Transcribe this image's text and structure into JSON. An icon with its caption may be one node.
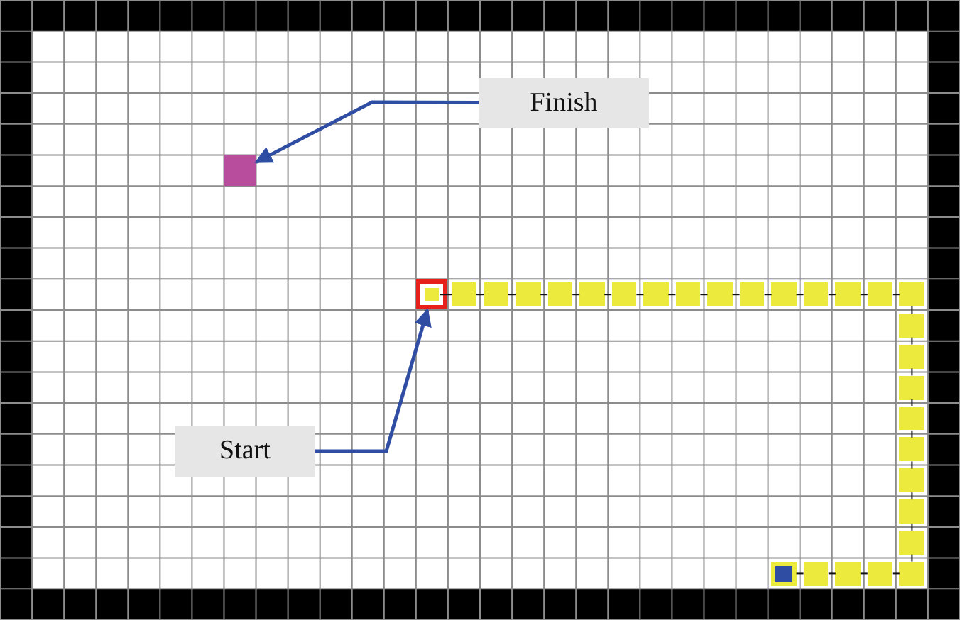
{
  "diagram": {
    "nodes": [
      {
        "text": [
          "Finish"
        ]
      },
      {
        "text": [],
        "shape": "box"
      },
      {
        "text": [
          "Start"
        ]
      },
      {
        "text": [],
        "shape": "box"
      },
      {
        "text": [],
        "shape": "box",
        "in": 3
      },
      {
        "text": [],
        "shape": "box"
      },
      {
        "text": [],
        "shape": "box"
      },
      {
        "text": [],
        "shape": "box"
      },
      {
        "text": [],
        "shape": "box"
      },
      {
        "text": [],
        "shape": "box"
      },
      {
        "text": [],
        "shape": "box"
      },
      {
        "text": [],
        "shape": "box"
      },
      {
        "text": [],
        "shape": "box"
      },
      {
        "text": [],
        "shape": "box"
      },
      {
        "text": [],
        "shape": "box"
      },
      {
        "text": [],
        "shape": "box"
      },
      {
        "text": [],
        "shape": "box"
      },
      {
        "text": [],
        "shape": "box"
      },
      {
        "text": [],
        "shape": "box"
      },
      {
        "text": [],
        "shape": "box"
      },
      {
        "text": [],
        "shape": "box"
      },
      {
        "text": [],
        "shape": "box"
      },
      {
        "text": [],
        "shape": "box"
      },
      {
        "text": [],
        "shape": "box"
      },
      {
        "text": [],
        "shape": "box"
      },
      {
        "text": [],
        "shape": "box"
      },
      {
        "text": [],
        "shape": "box"
      },
      {
        "text": [],
        "shape": "box"
      },
      {
        "text": [],
        "shape": "box"
      },
      {
        "text": [],
        "shape": "box"
      },
      {
        "text": [],
        "shape": "box"
      },
      {
        "text": [],
        "shape": "box"
      },
      {
        "text": [],
        "shape": "box"
      }
    ],
    "edges": [
      {
        "from": 0,
        "to": 1,
        "arrow": "to",
        "style": "thick",
        "color": "#2f4ea3"
      },
      {
        "from": 2,
        "to": 3,
        "arrow": "to",
        "style": "thick",
        "color": "#2f4ea3"
      },
      {
        "from": 4,
        "to": 5,
        "arrow": "none"
      },
      {
        "from": 5,
        "to": 6,
        "arrow": "none"
      },
      {
        "from": 6,
        "to": 7,
        "arrow": "none"
      },
      {
        "from": 7,
        "to": 8,
        "arrow": "none"
      },
      {
        "from": 8,
        "to": 9,
        "arrow": "none"
      },
      {
        "from": 9,
        "to": 10,
        "arrow": "none"
      },
      {
        "from": 10,
        "to": 11,
        "arrow": "none"
      },
      {
        "from": 11,
        "to": 12,
        "arrow": "none"
      },
      {
        "from": 12,
        "to": 13,
        "arrow": "none"
      },
      {
        "from": 13,
        "to": 14,
        "arrow": "none"
      },
      {
        "from": 14,
        "to": 15,
        "arrow": "none"
      },
      {
        "from": 15,
        "to": 16,
        "arrow": "none"
      },
      {
        "from": 16,
        "to": 17,
        "arrow": "none"
      },
      {
        "from": 17,
        "to": 18,
        "arrow": "none"
      },
      {
        "from": 18,
        "to": 19,
        "arrow": "none"
      },
      {
        "from": 19,
        "to": 20,
        "arrow": "none"
      },
      {
        "from": 20,
        "to": 21,
        "arrow": "none"
      },
      {
        "from": 21,
        "to": 22,
        "arrow": "none"
      },
      {
        "from": 22,
        "to": 23,
        "arrow": "none"
      },
      {
        "from": 23,
        "to": 24,
        "arrow": "none"
      },
      {
        "from": 24,
        "to": 25,
        "arrow": "none"
      },
      {
        "from": 25,
        "to": 26,
        "arrow": "none"
      },
      {
        "from": 26,
        "to": 27,
        "arrow": "none"
      },
      {
        "from": 27,
        "to": 28,
        "arrow": "none"
      },
      {
        "from": 28,
        "to": 29,
        "arrow": "none"
      },
      {
        "from": 29,
        "to": 30,
        "arrow": "none"
      },
      {
        "from": 30,
        "to": 31,
        "arrow": "none"
      },
      {
        "from": 31,
        "to": 32,
        "arrow": "none"
      }
    ]
  }
}
